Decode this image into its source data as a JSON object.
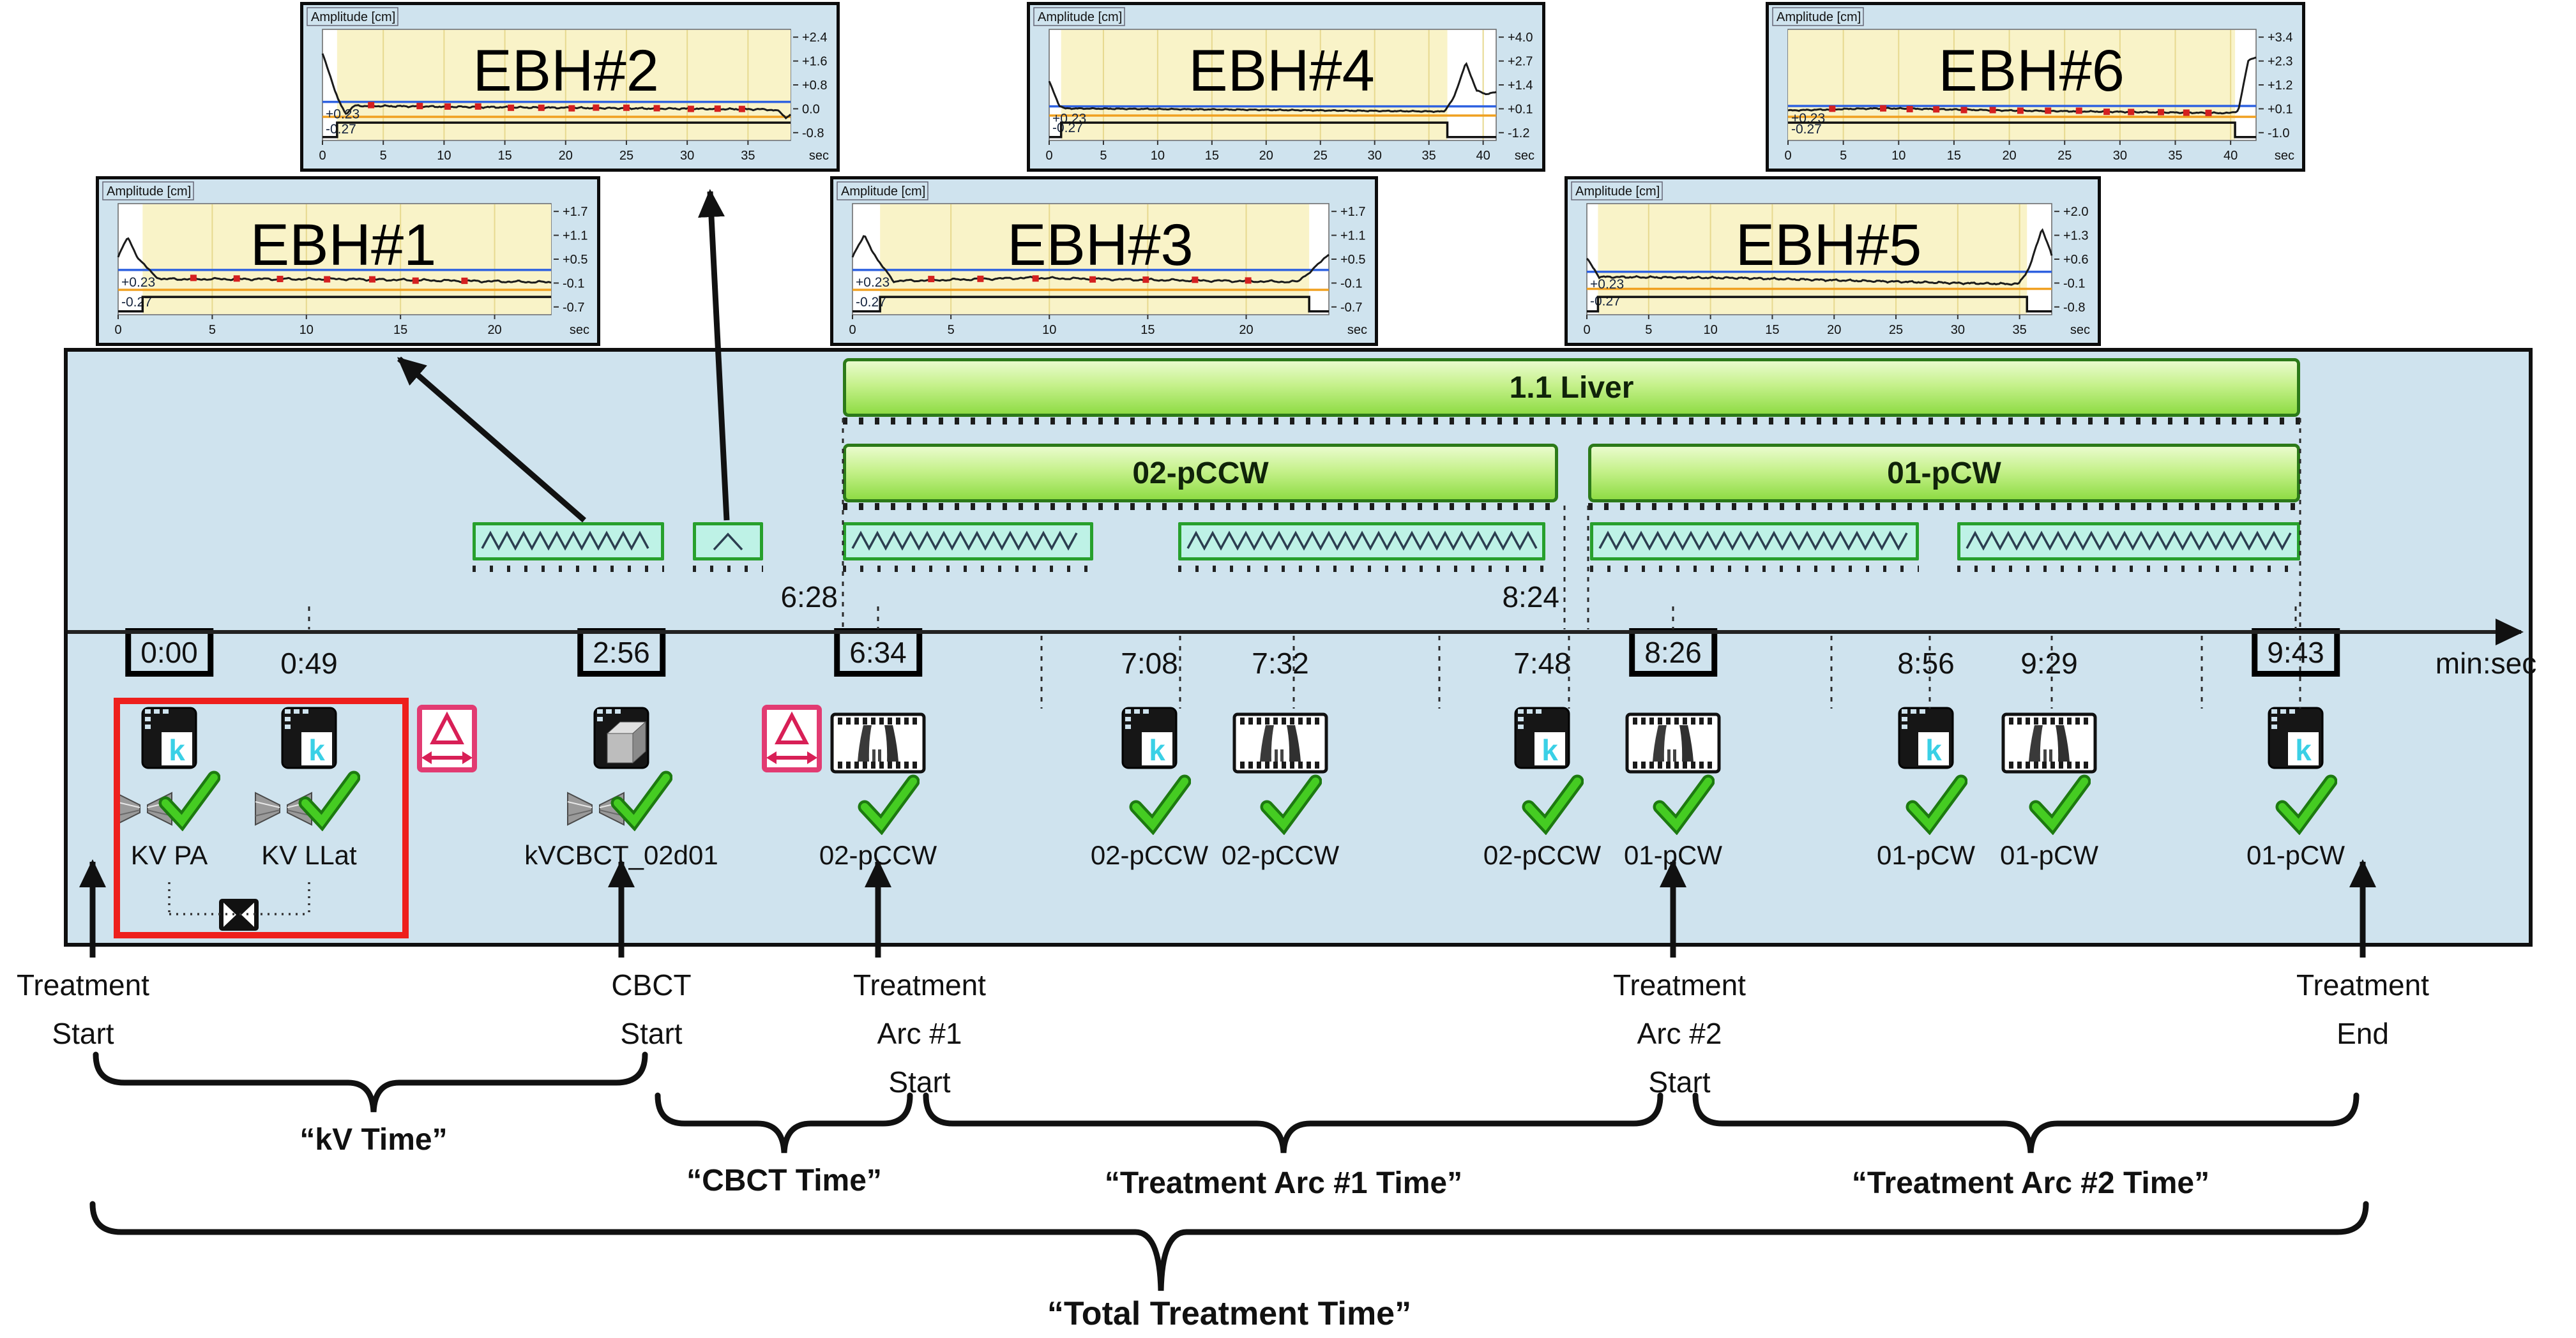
{
  "chart_data": [
    {
      "id": "ebh1",
      "type": "line",
      "title": "EBH#1",
      "ylabel": "Amplitude [cm]",
      "x_unit": "sec",
      "x_ticks": [
        0,
        5,
        10,
        15,
        20
      ],
      "x_end": 23,
      "y_tick_labels": [
        "+1.7",
        "+1.1",
        "+0.5",
        "-0.1",
        "-0.7"
      ],
      "y_ticks": [
        1.7,
        1.1,
        0.5,
        -0.1,
        -0.7
      ],
      "upper_threshold": 0.23,
      "upper_label": "+0.23",
      "lower_threshold": -0.27,
      "lower_label": "-0.27",
      "window": [
        1.3,
        23
      ],
      "beam": [
        1.3,
        23
      ],
      "beam_on_at_start": false,
      "beam_off_before_end": false,
      "keypoints": [
        [
          0,
          0.55
        ],
        [
          0.5,
          1.05
        ],
        [
          1.1,
          0.5
        ],
        [
          1.9,
          0.1
        ],
        [
          2.3,
          0.0
        ],
        [
          12,
          0.0
        ],
        [
          23,
          -0.08
        ]
      ],
      "markers": [
        4,
        6.3,
        8.6,
        11.1,
        13.5,
        15.8,
        18.4
      ]
    },
    {
      "id": "ebh2",
      "type": "line",
      "title": "EBH#2",
      "ylabel": "Amplitude [cm]",
      "x_unit": "sec",
      "x_ticks": [
        0,
        5,
        10,
        15,
        20,
        25,
        30,
        35
      ],
      "x_end": 38.5,
      "y_tick_labels": [
        "+2.4",
        "+1.6",
        "+0.8",
        "0.0",
        "-0.8"
      ],
      "y_ticks": [
        2.4,
        1.6,
        0.8,
        0.0,
        -0.8
      ],
      "upper_threshold": 0.23,
      "upper_label": "+0.23",
      "lower_threshold": -0.27,
      "lower_label": "-0.27",
      "window": [
        1.2,
        38.5
      ],
      "beam": [
        1.2,
        38.5
      ],
      "beam_on_at_start": false,
      "beam_off_before_end": false,
      "keypoints": [
        [
          0,
          1.85
        ],
        [
          1.3,
          0.3
        ],
        [
          1.9,
          -0.18
        ],
        [
          2.6,
          0.1
        ],
        [
          15,
          0.05
        ],
        [
          30,
          0.0
        ],
        [
          36.5,
          -0.02
        ],
        [
          37.6,
          -0.08
        ],
        [
          38.1,
          -0.3
        ],
        [
          38.5,
          -0.22
        ]
      ],
      "markers": [
        4,
        8,
        10.3,
        12.8,
        15.5,
        18,
        20.5,
        22.5,
        25,
        27.5,
        30.3,
        32.5,
        34.5
      ]
    },
    {
      "id": "ebh3",
      "type": "line",
      "title": "EBH#3",
      "ylabel": "Amplitude [cm]",
      "x_unit": "sec",
      "x_ticks": [
        0,
        5,
        10,
        15,
        20
      ],
      "x_end": 24.2,
      "y_tick_labels": [
        "+1.7",
        "+1.1",
        "+0.5",
        "-0.1",
        "-0.7"
      ],
      "y_ticks": [
        1.7,
        1.1,
        0.5,
        -0.1,
        -0.7
      ],
      "upper_threshold": 0.23,
      "upper_label": "+0.23",
      "lower_threshold": -0.27,
      "lower_label": "-0.27",
      "window": [
        1.4,
        23.2
      ],
      "beam": [
        1.4,
        23.2
      ],
      "beam_on_at_start": false,
      "beam_off_before_end": true,
      "keypoints": [
        [
          0,
          0.55
        ],
        [
          0.6,
          1.1
        ],
        [
          1.3,
          0.45
        ],
        [
          2.1,
          -0.05
        ],
        [
          9,
          0.03
        ],
        [
          15,
          -0.02
        ],
        [
          22.6,
          -0.07
        ],
        [
          23.4,
          0.25
        ],
        [
          24.2,
          0.62
        ]
      ],
      "markers": [
        4,
        6.5,
        9.3,
        12.2,
        14.9,
        17.4,
        20.1
      ]
    },
    {
      "id": "ebh4",
      "type": "line",
      "title": "EBH#4",
      "ylabel": "Amplitude [cm]",
      "x_unit": "sec",
      "x_ticks": [
        0,
        5,
        10,
        15,
        20,
        25,
        30,
        35,
        40
      ],
      "x_end": 41.2,
      "y_tick_labels": [
        "+4.0",
        "+2.7",
        "+1.4",
        "+0.1",
        "-1.2"
      ],
      "y_ticks": [
        4.0,
        2.7,
        1.4,
        0.1,
        -1.2
      ],
      "upper_threshold": 0.23,
      "upper_label": "+0.23",
      "lower_threshold": -0.27,
      "lower_label": "-0.27",
      "window": [
        1.1,
        36.7
      ],
      "beam": [
        1.1,
        36.7
      ],
      "beam_on_at_start": false,
      "beam_off_before_end": true,
      "keypoints": [
        [
          0,
          1.6
        ],
        [
          0.9,
          0.3
        ],
        [
          1.4,
          0.12
        ],
        [
          18,
          0.05
        ],
        [
          36.4,
          -0.05
        ],
        [
          37.3,
          0.7
        ],
        [
          38.4,
          2.6
        ],
        [
          39.4,
          1.1
        ],
        [
          40.2,
          0.9
        ],
        [
          41.2,
          1.0
        ]
      ],
      "markers": []
    },
    {
      "id": "ebh5",
      "type": "line",
      "title": "EBH#5",
      "ylabel": "Amplitude [cm]",
      "x_unit": "sec",
      "x_ticks": [
        0,
        5,
        10,
        15,
        20,
        25,
        30,
        35
      ],
      "x_end": 37.6,
      "y_tick_labels": [
        "+2.0",
        "+1.3",
        "+0.6",
        "-0.1",
        "-0.8"
      ],
      "y_ticks": [
        2.0,
        1.3,
        0.6,
        -0.1,
        -0.8
      ],
      "upper_threshold": 0.23,
      "upper_label": "+0.23",
      "lower_threshold": -0.27,
      "lower_label": "-0.27",
      "window": [
        0.9,
        35.6
      ],
      "beam": [
        0.9,
        35.6
      ],
      "beam_on_at_start": false,
      "beam_off_before_end": true,
      "keypoints": [
        [
          0,
          0.62
        ],
        [
          1.0,
          0.08
        ],
        [
          12,
          0.05
        ],
        [
          30,
          -0.1
        ],
        [
          34.9,
          -0.13
        ],
        [
          35.8,
          0.35
        ],
        [
          36.8,
          1.5
        ],
        [
          37.6,
          0.72
        ]
      ],
      "markers": []
    },
    {
      "id": "ebh6",
      "type": "line",
      "title": "EBH#6",
      "ylabel": "Amplitude [cm]",
      "x_unit": "sec",
      "x_ticks": [
        0,
        5,
        10,
        15,
        20,
        25,
        30,
        35,
        40
      ],
      "x_end": 42.3,
      "y_tick_labels": [
        "+3.4",
        "+2.3",
        "+1.2",
        "+0.1",
        "-1.0"
      ],
      "y_ticks": [
        3.4,
        2.3,
        1.2,
        0.1,
        -1.0
      ],
      "upper_threshold": 0.23,
      "upper_label": "+0.23",
      "lower_threshold": -0.27,
      "lower_label": "-0.27",
      "window": [
        0,
        40.4
      ],
      "beam": [
        0,
        40.4
      ],
      "beam_on_at_start": true,
      "beam_off_before_end": true,
      "keypoints": [
        [
          0,
          0.02
        ],
        [
          6,
          0.1
        ],
        [
          9,
          0.12
        ],
        [
          20,
          0.02
        ],
        [
          33,
          -0.06
        ],
        [
          39.8,
          -0.1
        ],
        [
          40.7,
          0.0
        ],
        [
          41.6,
          2.35
        ],
        [
          42.3,
          2.45
        ]
      ],
      "markers": [
        4,
        8.6,
        11,
        13.4,
        15.9,
        18.5,
        21,
        23.5,
        26.3,
        28.8,
        31,
        33.7,
        36,
        38
      ]
    }
  ],
  "timeline": {
    "axis_unit": "min:sec",
    "bars": {
      "liver": "1.1 Liver",
      "arc1": "02-pCCW",
      "arc2": "01-pCW"
    },
    "range_labels": {
      "arc1_start": "6:28",
      "arc2_start": "8:24"
    },
    "events": [
      {
        "time": "0:00",
        "boxed": true,
        "icon": "kpage",
        "has_collimator": true,
        "label": "KV PA"
      },
      {
        "time": "0:49",
        "boxed": false,
        "icon": "kpage",
        "has_collimator": true,
        "label": "KV LLat"
      },
      {
        "time": "2:56",
        "boxed": true,
        "icon": "cbct",
        "has_collimator": true,
        "label": "kVCBCT_02d01"
      },
      {
        "time": "6:34",
        "boxed": true,
        "icon": "film",
        "has_collimator": false,
        "label": "02-pCCW"
      },
      {
        "time": "7:08",
        "boxed": false,
        "icon": "kpage",
        "has_collimator": false,
        "label": "02-pCCW"
      },
      {
        "time": "7:32",
        "boxed": false,
        "icon": "film",
        "has_collimator": false,
        "label": "02-pCCW"
      },
      {
        "time": "7:48",
        "boxed": false,
        "icon": "kpage",
        "has_collimator": false,
        "label": "02-pCCW"
      },
      {
        "time": "8:26",
        "boxed": true,
        "icon": "film",
        "has_collimator": false,
        "label": "01-pCW"
      },
      {
        "time": "8:56",
        "boxed": false,
        "icon": "kpage",
        "has_collimator": false,
        "label": "01-pCW"
      },
      {
        "time": "9:29",
        "boxed": false,
        "icon": "film",
        "has_collimator": false,
        "label": "01-pCW"
      },
      {
        "time": "9:43",
        "boxed": true,
        "icon": "kpage",
        "has_collimator": false,
        "label": "01-pCW"
      }
    ]
  },
  "annotations": {
    "treatment_start": [
      "Treatment",
      "Start"
    ],
    "cbct_start": [
      "CBCT",
      "Start"
    ],
    "arc1_start": [
      "Treatment",
      "Arc #1",
      "Start"
    ],
    "arc2_start": [
      "Treatment",
      "Arc #2",
      "Start"
    ],
    "treatment_end": [
      "Treatment",
      "End"
    ],
    "kv_time": "“kV Time”",
    "cbct_time": "“CBCT Time”",
    "arc1_time": "“Treatment Arc #1 Time”",
    "arc2_time": "“Treatment Arc #2 Time”",
    "total_time": "“Total Treatment Time”"
  },
  "colors": {
    "panel_bg": "#cfe3ee",
    "bar_green": "#8fdc45",
    "bar_border": "#2c7a19",
    "wave_fill": "#bef2e6",
    "wave_border": "#27a02c",
    "plot_yellow": "#f9f3c8",
    "threshold_blue": "#2f62e0",
    "threshold_orange": "#f0a020",
    "marker_red": "#d42020",
    "check_green": "#2fb41c",
    "shift_pink": "#e23b72",
    "k_cyan": "#3ad0e6",
    "red_box": "#ee1f1c"
  }
}
